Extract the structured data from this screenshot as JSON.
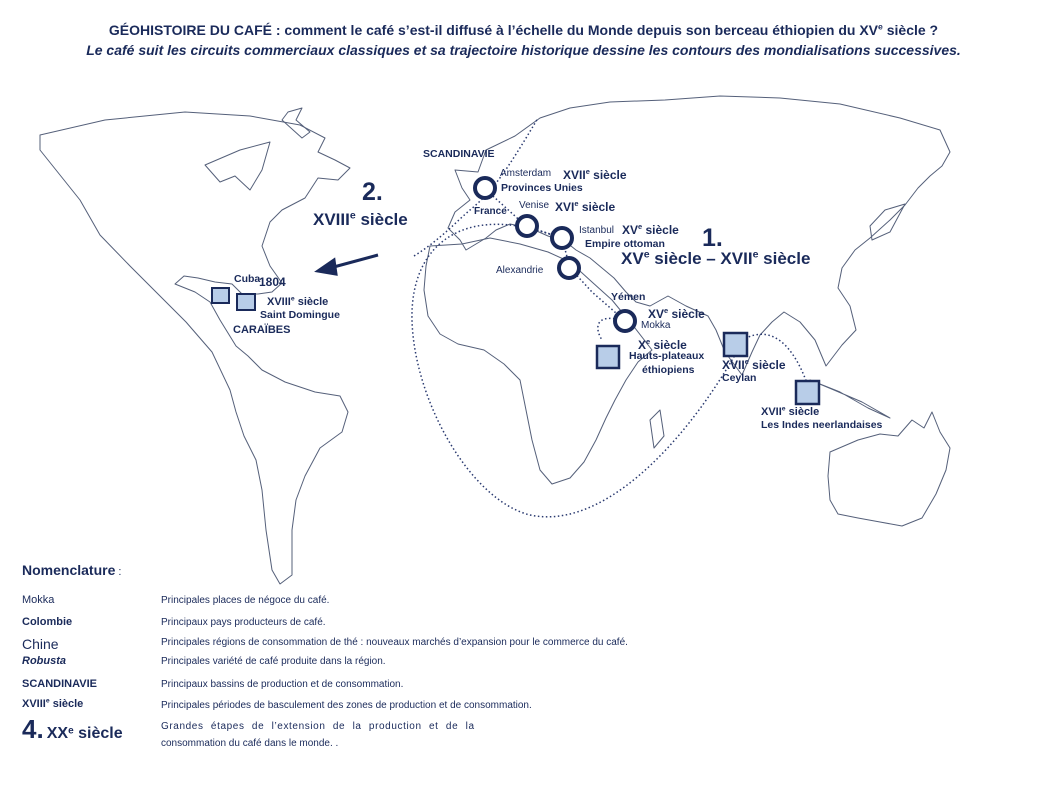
{
  "header": {
    "title_main": "GÉOHISTOIRE DU CAFÉ : comment le café s’est-il diffusé à l’échelle du Monde depuis son berceau éthiopien du XV",
    "title_sup": "e",
    "title_end": " siècle ?",
    "subtitle": "Le café suit les circuits commerciaux classiques et sa trajectoire historique dessine les contours des mondialisations successives."
  },
  "map": {
    "places": {
      "amsterdam": "Amsterdam",
      "provinces_unies": "Provinces Unies",
      "france": "France",
      "venise": "Venise",
      "istanbul": "Istanbul",
      "empire_ottoman": "Empire ottoman",
      "alexandrie": "Alexandrie",
      "yemen": "Yémen",
      "mokka": "Mokka",
      "hauts_plateaux": "Hauts-plateaux",
      "ethiopiens": "éthiopiens",
      "ceylan": "Ceylan",
      "indes": "Les Indes neerlandaises",
      "cuba": "Cuba",
      "saint_domingue": "Saint Domingue",
      "caraibes": "CARAÏBES",
      "scandinavie": "SCANDINAVIE",
      "date_1804": "1804"
    },
    "centuries": {
      "xvii": "XVII",
      "xvi": "XVI",
      "xv": "XV",
      "x": "X",
      "xviii": "XVIII",
      "sup": "e",
      "siecle": " siècle"
    },
    "stages": {
      "one_num": "1.",
      "one_a": "XV",
      "one_b": " siècle – XVII",
      "one_c": " siècle",
      "two_num": "2.",
      "two_a": "XVIII",
      "two_b": " siècle"
    }
  },
  "legend": {
    "title": "Nomenclature",
    "title_suffix": " :",
    "rows": [
      {
        "key": "Mokka",
        "desc": "Principales places de négoce du café."
      },
      {
        "key": "Colombie",
        "desc": "Principaux pays producteurs de café."
      },
      {
        "key": "Chine",
        "desc": "Principales régions de consommation de thé : nouveaux marchés d’expansion pour le commerce du café."
      },
      {
        "key": "Robusta",
        "desc": "Principales variété de café produite dans la région."
      },
      {
        "key": "SCANDINAVIE",
        "desc": "Principaux bassins de production et de consommation."
      },
      {
        "key_a": "XVIII",
        "key_sup": "e",
        "key_b": " siècle",
        "desc": "Principales périodes de basculement des zones de production et de consommation."
      },
      {
        "key_num": "4.",
        "key_a": "XX",
        "key_sup": "e",
        "key_b": " siècle",
        "desc_1": "Grandes étapes de l’extension de la production et de la",
        "desc_2": "consommation du café dans le monde. ."
      }
    ]
  },
  "colors": {
    "ink": "#1a2a5a",
    "square_fill": "#b8cde8",
    "route": "#2a3a70"
  }
}
